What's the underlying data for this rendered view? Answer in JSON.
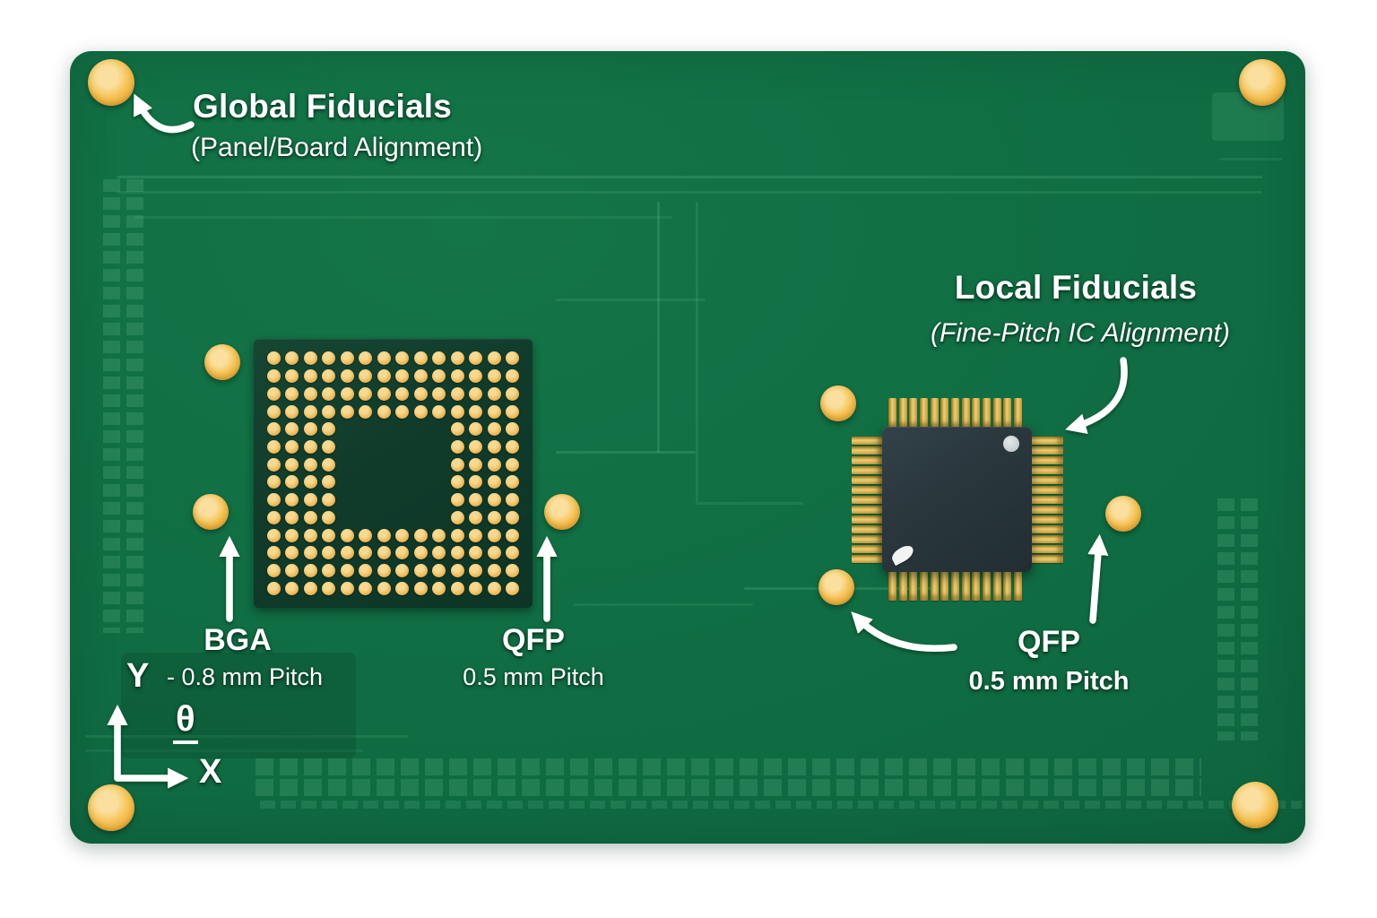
{
  "annotations": {
    "global": {
      "title": "Global Fiducials",
      "subtitle": "(Panel/Board Alignment)"
    },
    "local": {
      "title": "Local Fiducials",
      "subtitle": "(Fine-Pitch IC Alignment)"
    },
    "bga": {
      "name": "BGA",
      "pitch": "- 0.8 mm Pitch"
    },
    "qfp_left": {
      "name": "QFP",
      "pitch": "0.5 mm Pitch"
    },
    "qfp_right": {
      "name": "QFP",
      "pitch": "0.5 mm Pitch"
    },
    "axes": {
      "x_label": "X",
      "y_label": "Y",
      "theta_label": "θ"
    }
  },
  "components": {
    "bga": {
      "type": "BGA",
      "grid_cols": 14,
      "grid_rows": 14,
      "ring_depth": 4
    },
    "qfp": {
      "type": "QFP",
      "leads_per_side": 13
    }
  },
  "colors": {
    "board_green": "#0f6b42",
    "fiducial_gold": "#f5c04f",
    "ball_gold": "#eebb5a",
    "lead_gold": "#f0cf75",
    "bga_substrate": "#103b2b",
    "qfp_body": "#2a373d",
    "text": "#ffffff"
  }
}
